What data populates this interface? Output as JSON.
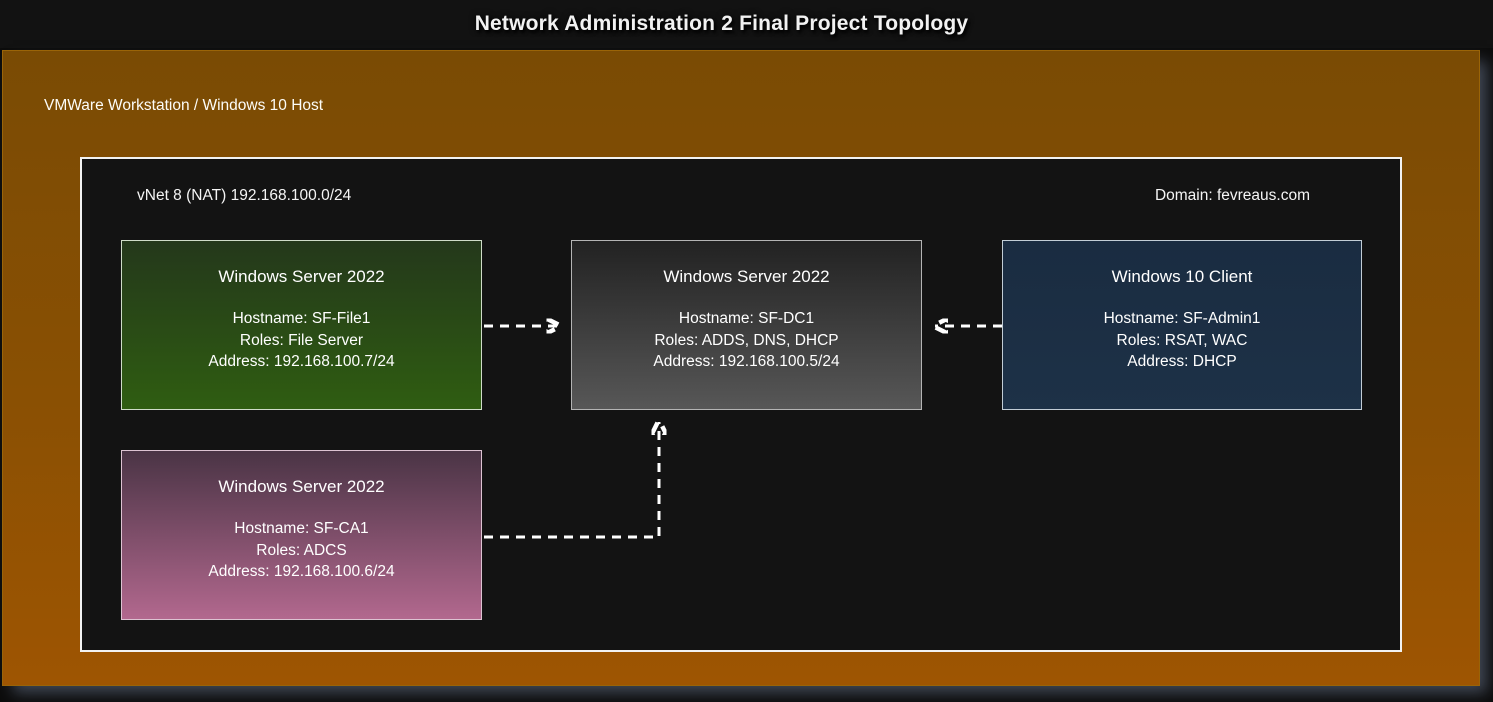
{
  "header": {
    "title": "Network Administration 2 Final Project Topology"
  },
  "host_panel": {
    "label": "VMWare Workstation / Windows 10 Host",
    "bg_top": "#7a4b04",
    "bg_bottom": "#9e5502"
  },
  "network": {
    "vnet_label": "vNet 8 (NAT) 192.168.100.0/24",
    "domain_label": "Domain: fevreaus.com"
  },
  "nodes": [
    {
      "id": "sf-file1",
      "title": "Windows Server 2022",
      "hostname": "Hostname: SF-File1",
      "roles": "Roles: File Server",
      "address": "Address: 192.168.100.7/24",
      "colors": {
        "top": "#24381b",
        "bottom": "#2f5d11",
        "border": "#cfdcc8"
      }
    },
    {
      "id": "sf-dc1",
      "title": "Windows Server 2022",
      "hostname": "Hostname: SF-DC1",
      "roles": "Roles: ADDS, DNS, DHCP",
      "address": "Address: 192.168.100.5/24",
      "colors": {
        "top": "#222222",
        "bottom": "#575757",
        "border": "#b4b4b4"
      }
    },
    {
      "id": "sf-admin1",
      "title": "Windows 10 Client",
      "hostname": "Hostname: SF-Admin1",
      "roles": "Roles: RSAT, WAC",
      "address": "Address: DHCP",
      "colors": {
        "top": "#1a2c41",
        "bottom": "#1d3147",
        "border": "#c2cdd6"
      }
    },
    {
      "id": "sf-ca1",
      "title": "Windows Server 2022",
      "hostname": "Hostname: SF-CA1",
      "roles": "Roles: ADCS",
      "address": "Address: 192.168.100.6/24",
      "colors": {
        "top": "#4a3445",
        "bottom": "#b2688e",
        "border": "#ddc3d2"
      }
    }
  ],
  "connections": [
    {
      "from": "sf-file1",
      "to": "sf-dc1",
      "style": "dashed-arrow"
    },
    {
      "from": "sf-admin1",
      "to": "sf-dc1",
      "style": "dashed-arrow"
    },
    {
      "from": "sf-ca1",
      "to": "sf-dc1",
      "style": "dashed-arrow"
    }
  ]
}
